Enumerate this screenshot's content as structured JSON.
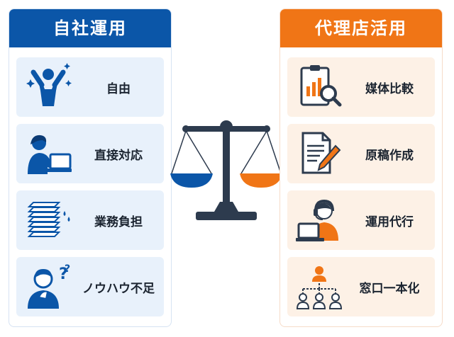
{
  "left": {
    "title": "自社運用",
    "items": [
      {
        "label": "自由",
        "icon": "person-raising-arms-icon"
      },
      {
        "label": "直接対応",
        "icon": "person-at-laptop-icon"
      },
      {
        "label": "業務負担",
        "icon": "paper-stack-icon"
      },
      {
        "label": "ノウハウ不足",
        "icon": "person-thinking-icon"
      }
    ]
  },
  "right": {
    "title": "代理店活用",
    "items": [
      {
        "label": "媒体比較",
        "icon": "report-magnifier-icon"
      },
      {
        "label": "原稿作成",
        "icon": "document-pen-icon"
      },
      {
        "label": "運用代行",
        "icon": "operator-headset-icon"
      },
      {
        "label": "窓口一本化",
        "icon": "team-hierarchy-icon"
      }
    ]
  },
  "center": {
    "icon": "balance-scale-icon"
  },
  "colors": {
    "blue": "#0b56a8",
    "orange": "#f07516",
    "dark": "#2d3b4e"
  }
}
